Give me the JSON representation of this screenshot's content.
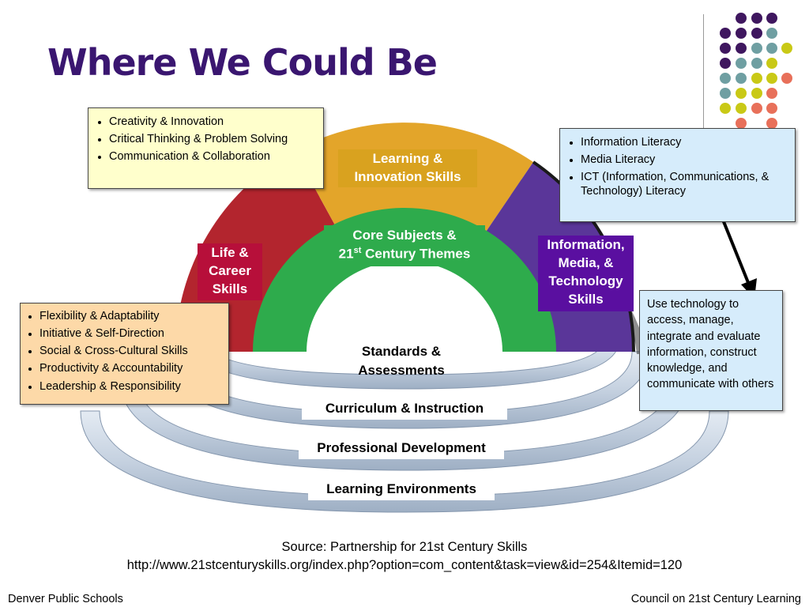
{
  "slide": {
    "title": "Where We Could Be"
  },
  "boxes": {
    "learning_innovation": {
      "items": [
        "Creativity & Innovation",
        "Critical Thinking & Problem Solving",
        "Communication & Collaboration"
      ]
    },
    "information_media": {
      "items": [
        "Information Literacy",
        "Media Literacy",
        "ICT (Information, Communications, & Technology) Literacy"
      ]
    },
    "life_career": {
      "items": [
        "Flexibility & Adaptability",
        "Initiative & Self-Direction",
        "Social & Cross-Cultural Skills",
        "Productivity & Accountability",
        "Leadership & Responsibility"
      ]
    },
    "technology_use": {
      "text": "Use technology to access, manage, integrate and evaluate information, construct knowledge, and communicate with others"
    }
  },
  "arch": {
    "learning_innovation_label": "Learning & Innovation Skills",
    "core_subjects_label_line1": "Core Subjects &",
    "core_subjects_label_pre": "21",
    "core_subjects_label_sup": "st",
    "core_subjects_label_post": " Century Themes",
    "life_career_label": "Life & Career Skills",
    "imt_label": "Information, Media, & Technology Skills"
  },
  "rings": {
    "standards": "Standards & Assessments",
    "curriculum": "Curriculum & Instruction",
    "professional": "Professional Development",
    "environments": "Learning Environments"
  },
  "source": {
    "line1": "Source: Partnership for 21st Century Skills",
    "line2": "http://www.21stcenturyskills.org/index.php?option=com_content&task=view&id=254&Itemid=120"
  },
  "footer": {
    "left": "Denver Public Schools",
    "right": "Council on 21st Century Learning"
  },
  "colors": {
    "title": "#3a1670",
    "learning_innovation": "#e3a52a",
    "life_career": "#b3252e",
    "core_subjects": "#2eab4c",
    "imt": "#5a3699",
    "ring": "#c7d3e2",
    "box_yellow": "#ffffcc",
    "box_blue": "#d6ecfb",
    "box_peach": "#fdd9a8",
    "dot_purple": "#3f175f",
    "dot_teal": "#6f9fa2",
    "dot_yellow": "#c9c916",
    "dot_salmon": "#e8705a"
  }
}
